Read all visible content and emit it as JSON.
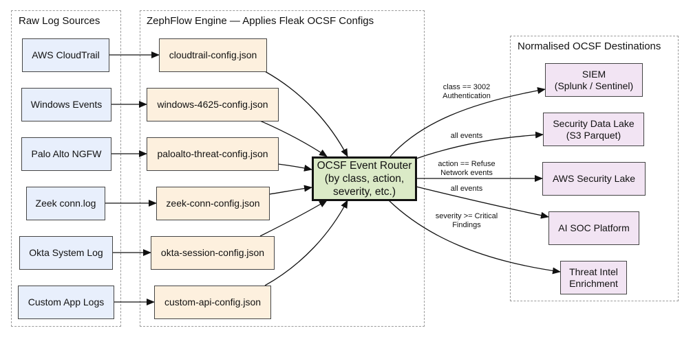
{
  "groups": {
    "sources_title": "Raw Log Sources",
    "engine_title": "ZephFlow Engine — Applies Fleak OCSF Configs",
    "destinations_title": "Normalised OCSF Destinations"
  },
  "sources": [
    {
      "label": "AWS CloudTrail"
    },
    {
      "label": "Windows Events"
    },
    {
      "label": "Palo Alto NGFW"
    },
    {
      "label": "Zeek conn.log"
    },
    {
      "label": "Okta System Log"
    },
    {
      "label": "Custom App Logs"
    }
  ],
  "configs": [
    {
      "label": "cloudtrail-config.json"
    },
    {
      "label": "windows-4625-config.json"
    },
    {
      "label": "paloalto-threat-config.json"
    },
    {
      "label": "zeek-conn-config.json"
    },
    {
      "label": "okta-session-config.json"
    },
    {
      "label": "custom-api-config.json"
    }
  ],
  "router": {
    "label": "OCSF Event Router\n(by class, action,\nseverity, etc.)"
  },
  "destinations": [
    {
      "label": "SIEM\n(Splunk / Sentinel)"
    },
    {
      "label": "Security Data Lake\n(S3 Parquet)"
    },
    {
      "label": "AWS Security Lake"
    },
    {
      "label": "AI SOC Platform"
    },
    {
      "label": "Threat Intel\nEnrichment"
    }
  ],
  "edge_labels": [
    {
      "text": "class == 3002\nAuthentication"
    },
    {
      "text": "all events"
    },
    {
      "text": "action == Refuse\nNetwork events"
    },
    {
      "text": "all events"
    },
    {
      "text": "severity >= Critical\nFindings"
    }
  ],
  "colors": {
    "source_fill": "#e8effc",
    "config_fill": "#fdf0de",
    "router_fill": "#dbeac7",
    "destination_fill": "#f2e4f3",
    "group_border": "#9a9a9a"
  }
}
